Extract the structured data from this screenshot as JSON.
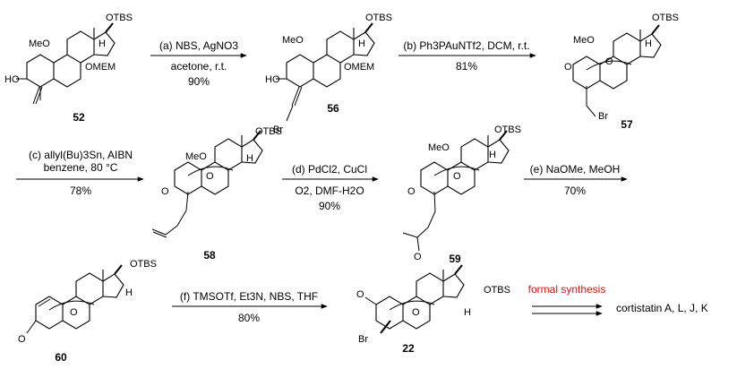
{
  "compounds": {
    "c52": "52",
    "c56": "56",
    "c57": "57",
    "c58": "58",
    "c59": "59",
    "c60": "60",
    "c22": "22"
  },
  "atom_labels": {
    "otbs": "OTBS",
    "meo": "MeO",
    "ho": "HO",
    "omem": "OMEM",
    "h": "H",
    "o": "O",
    "br": "Br"
  },
  "steps": {
    "a": {
      "reagent": "(a) NBS, AgNO3",
      "solvent": "acetone, r.t.",
      "yield": "90%"
    },
    "b": {
      "reagent": "(b) Ph3PAuNTf2, DCM, r.t.",
      "yield": "81%"
    },
    "c": {
      "reagent": "(c) allyl(Bu)3Sn, AIBN",
      "solvent": "benzene, 80 °C",
      "yield": "78%"
    },
    "d": {
      "reagent": "(d) PdCl2, CuCl",
      "solvent": "O2, DMF-H2O",
      "yield": "90%"
    },
    "e": {
      "reagent": "(e) NaOMe, MeOH",
      "yield": "70%"
    },
    "f": {
      "reagent": "(f) TMSOTf, Et3N, NBS, THF",
      "yield": "80%"
    }
  },
  "formal": {
    "label": "formal synthesis",
    "target": "cortistatin A, L, J, K"
  },
  "colors": {
    "ink": "#000000",
    "formal": "#e01010"
  }
}
